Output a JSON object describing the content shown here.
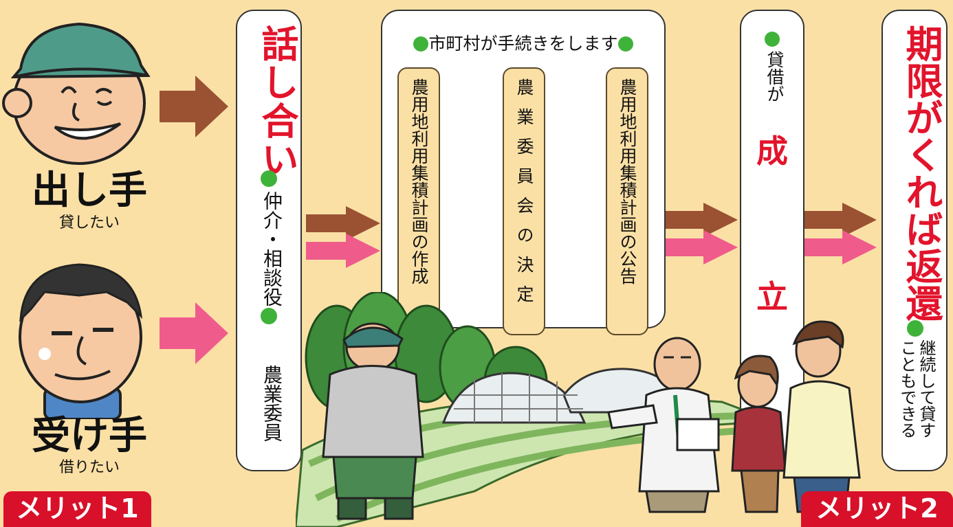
{
  "colors": {
    "background": "#fbe0a6",
    "brown_arrow": "#9a5233",
    "pink_arrow": "#ef5c8c",
    "green_dot": "#3fb23a",
    "red_text": "#e2142c"
  },
  "left": {
    "lender_title": "出し手",
    "lender_sub": "貸したい",
    "borrower_title": "受け手",
    "borrower_sub": "借りたい"
  },
  "talk_panel": {
    "title": "話し合い",
    "mediator": "仲介・相談役",
    "member": "農業委員"
  },
  "municipal_panel": {
    "header": "市町村が手続きをします",
    "steps": [
      "農用地利用集積計画の作成",
      "農業委員会の決定",
      "農用地利用集積計画の公告"
    ]
  },
  "contract_panel": {
    "label": "貸借が",
    "char1": "成",
    "char2": "立"
  },
  "expiry_panel": {
    "title": "期限がくれば返還",
    "note_line1": "継続して貸す",
    "note_line2": "こともできる"
  },
  "badges": {
    "merit1": "メリット1",
    "merit2": "メリット2"
  },
  "icons": [
    "farmer-face-icon",
    "young-man-face-icon",
    "field-scene-illustration",
    "arrow-icon"
  ]
}
